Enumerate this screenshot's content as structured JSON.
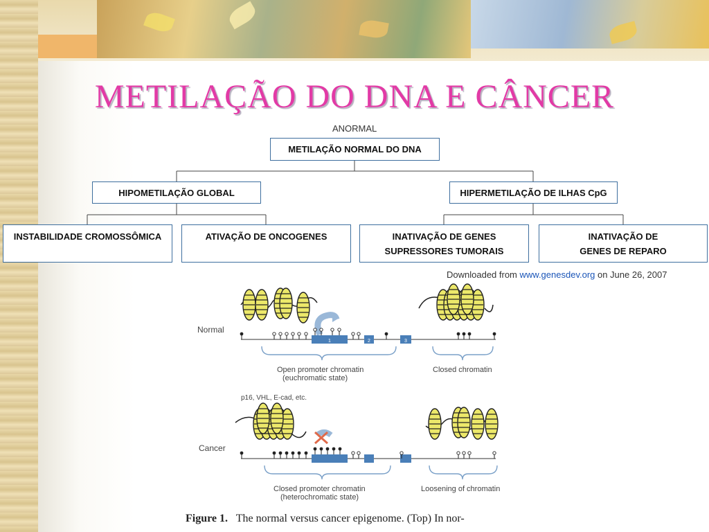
{
  "title": "METILAÇÃO DO DNA E CÂNCER",
  "diagram": {
    "top_label": "ANORMAL",
    "root": "METILAÇÃO NORMAL DO DNA",
    "level2": [
      "HIPOMETILAÇÃO GLOBAL",
      "HIPERMETILAÇÃO DE ILHAS CpG"
    ],
    "leaves": [
      {
        "line1": "INSTABILIDADE CROMOSSÔMICA",
        "line2": ""
      },
      {
        "line1": "ATIVAÇÃO DE ONCOGENES",
        "line2": ""
      },
      {
        "line1": "INATIVAÇÃO DE GENES",
        "line2": "SUPRESSORES TUMORAIS"
      },
      {
        "line1": "INATIVAÇÃO DE",
        "line2": "GENES DE REPARO"
      }
    ]
  },
  "credit": {
    "prefix": "Downloaded from ",
    "link": "www.genesdev.org",
    "suffix": " on June 26, 2007"
  },
  "figure": {
    "normal_label": "Normal",
    "cancer_label": "Cancer",
    "open_line1": "Open promoter chromatin",
    "open_line2": "(euchromatic state)",
    "closed": "Closed chromatin",
    "genes": "p16, VHL, E-cad, etc.",
    "closed_prom_line1": "Closed promoter chromatin",
    "closed_prom_line2": "(heterochromatic state)",
    "loosening": "Loosening of chromatin",
    "exon1": "1",
    "exon2": "2",
    "exon3": "3"
  },
  "caption": {
    "num": "Figure 1.",
    "text": "The normal versus cancer epigenome. (Top) In nor-"
  },
  "colors": {
    "title": "#e23aa6",
    "box_border": "#3d6e9e",
    "exon": "#4a7fb8",
    "link": "#1a55b8"
  }
}
